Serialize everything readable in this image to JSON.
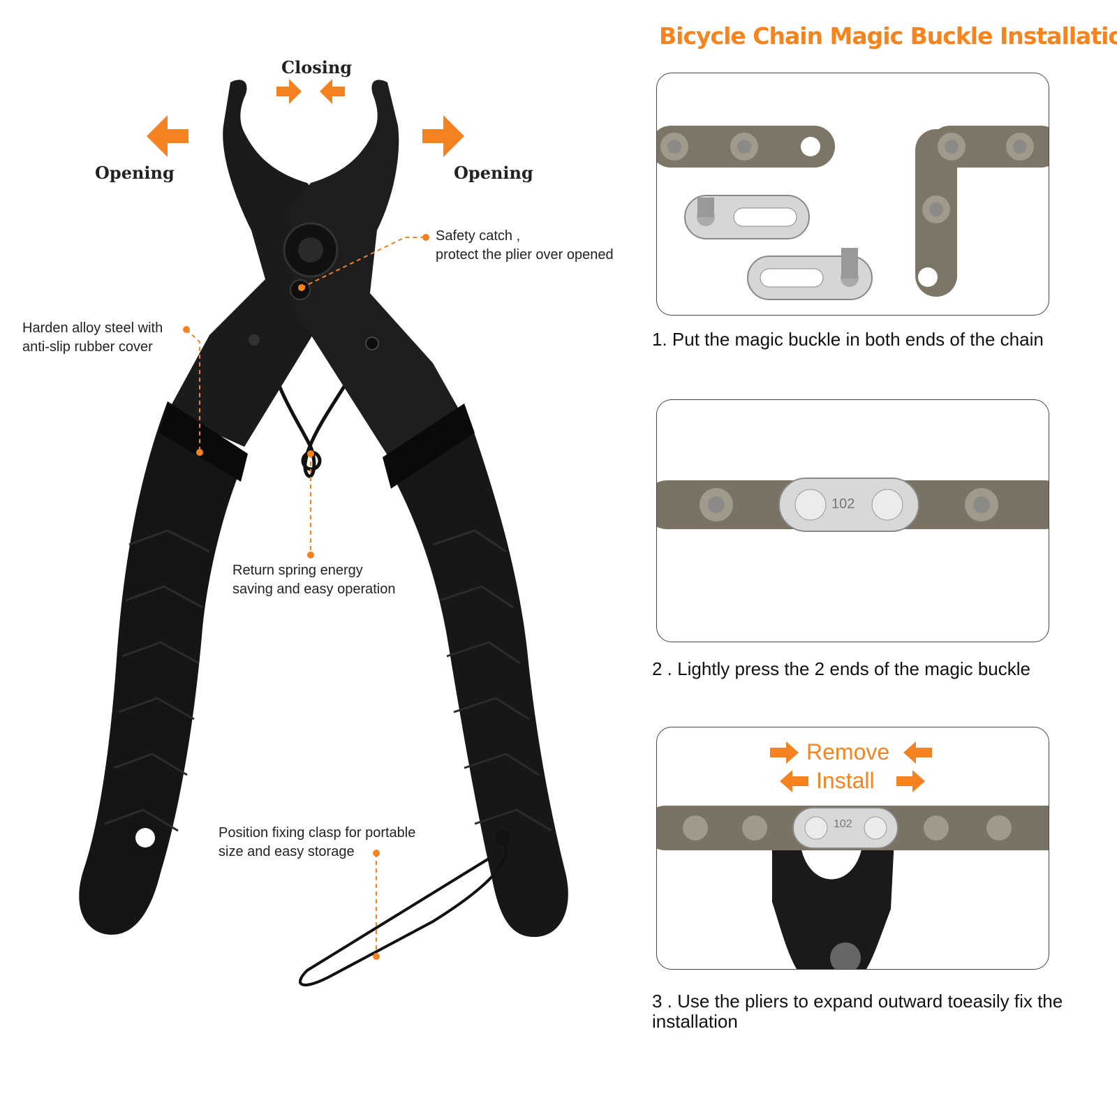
{
  "title": "Bicycle Chain Magic Buckle Installation",
  "diagram": {
    "closing_label": "Closing",
    "opening_left_label": "Opening",
    "opening_right_label": "Opening",
    "callouts": {
      "safety_catch": [
        "Safety catch ,",
        "protect the plier over opened"
      ],
      "alloy_steel": [
        "Harden alloy steel with",
        "anti-slip rubber cover"
      ],
      "return_spring": [
        "Return spring energy",
        "saving and easy operation"
      ],
      "position_clasp": [
        "Position fixing clasp for portable",
        "size and easy storage"
      ]
    }
  },
  "steps": [
    {
      "text": "1. Put the magic buckle in both ends of the chain"
    },
    {
      "text": "2 . Lightly press the 2 ends of the magic buckle",
      "link_marking": "102"
    },
    {
      "text": "3 . Use the pliers to expand outward toeasily fix the installation",
      "remove_label": "Remove",
      "install_label": "Install",
      "link_marking": "102"
    }
  ],
  "colors": {
    "accent": "#f5841f",
    "plier_black": "#1a1a1a",
    "chain_brown": "#8a8070",
    "link_silver": "#d9d9d9"
  }
}
